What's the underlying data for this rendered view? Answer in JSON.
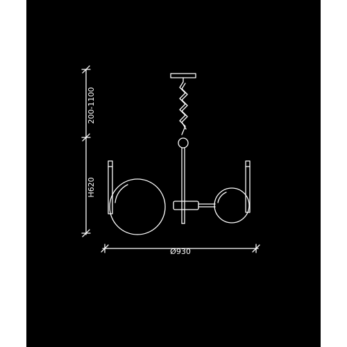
{
  "drawing": {
    "height_dim": "H620",
    "suspension_dim": "200-1100",
    "diameter_dim": "Ø930"
  },
  "colors": {
    "background": "#000000",
    "line": "#ffffff",
    "page": "#ffffff"
  }
}
